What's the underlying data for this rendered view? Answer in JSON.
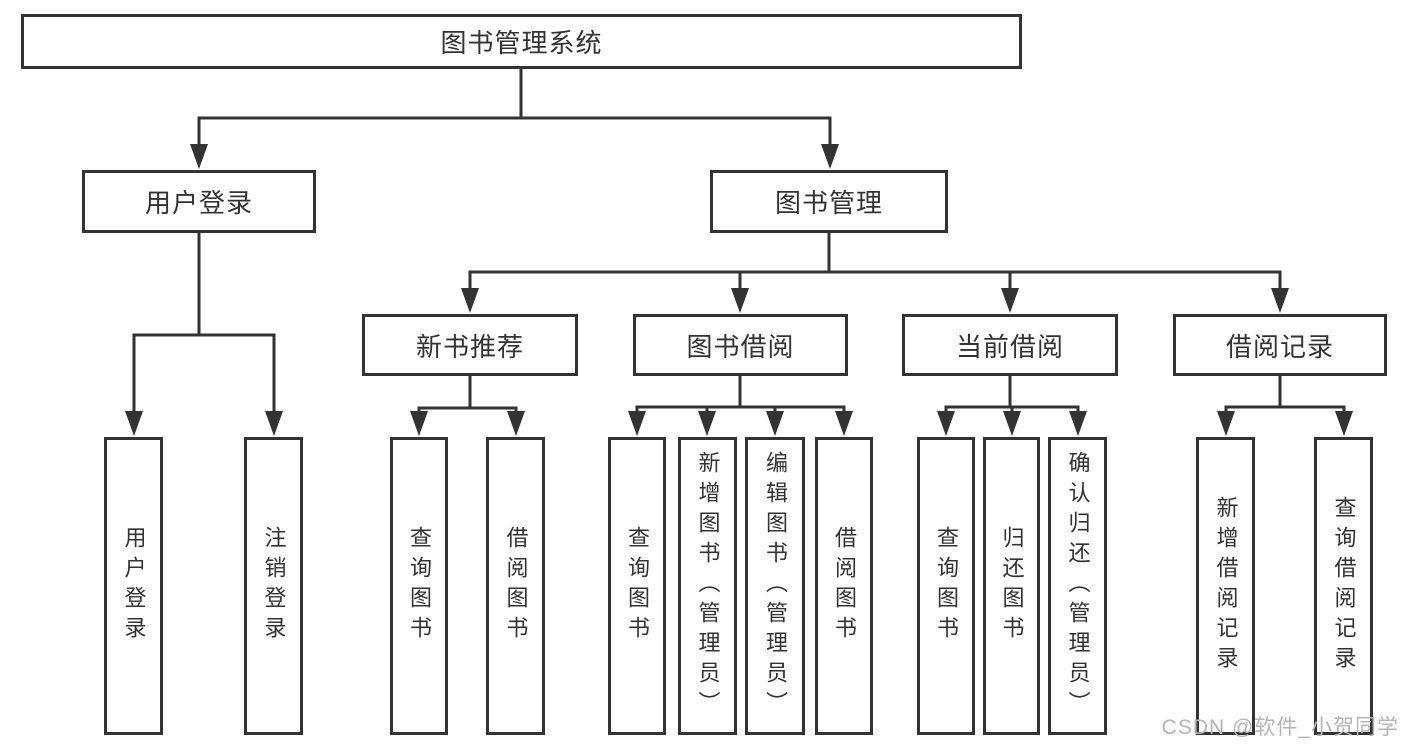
{
  "title": "图书管理系统",
  "colors": {
    "line": "#333333",
    "text": "#333333",
    "box_background": "#ffffff",
    "watermark": "#b5b5b5"
  },
  "nodes": {
    "root": "图书管理系统",
    "user_login": "用户登录",
    "book_mgmt": "图书管理",
    "new_book_rec": "新书推荐",
    "book_borrow": "图书借阅",
    "current_borrow": "当前借阅",
    "borrow_records": "借阅记录",
    "leaf_user_login": "用户登录",
    "leaf_logout": "注销登录",
    "leaf_nbr_query": "查询图书",
    "leaf_nbr_borrow": "借阅图书",
    "leaf_bb_query": "查询图书",
    "leaf_bb_add": "新增图书（管理员）",
    "leaf_bb_edit": "编辑图书（管理员）",
    "leaf_bb_borrow": "借阅图书",
    "leaf_cb_query": "查询图书",
    "leaf_cb_return": "归还图书",
    "leaf_cb_confirm": "确认归还（管理员）",
    "leaf_br_add": "新增借阅记录",
    "leaf_br_query": "查询借阅记录"
  },
  "hierarchy": {
    "图书管理系统": {
      "用户登录": [
        "用户登录",
        "注销登录"
      ],
      "图书管理": {
        "新书推荐": [
          "查询图书",
          "借阅图书"
        ],
        "图书借阅": [
          "查询图书",
          "新增图书（管理员）",
          "编辑图书（管理员）",
          "借阅图书"
        ],
        "当前借阅": [
          "查询图书",
          "归还图书",
          "确认归还（管理员）"
        ],
        "借阅记录": [
          "新增借阅记录",
          "查询借阅记录"
        ]
      }
    }
  },
  "watermark": {
    "text": "CSDN @软件_小贺同学"
  }
}
